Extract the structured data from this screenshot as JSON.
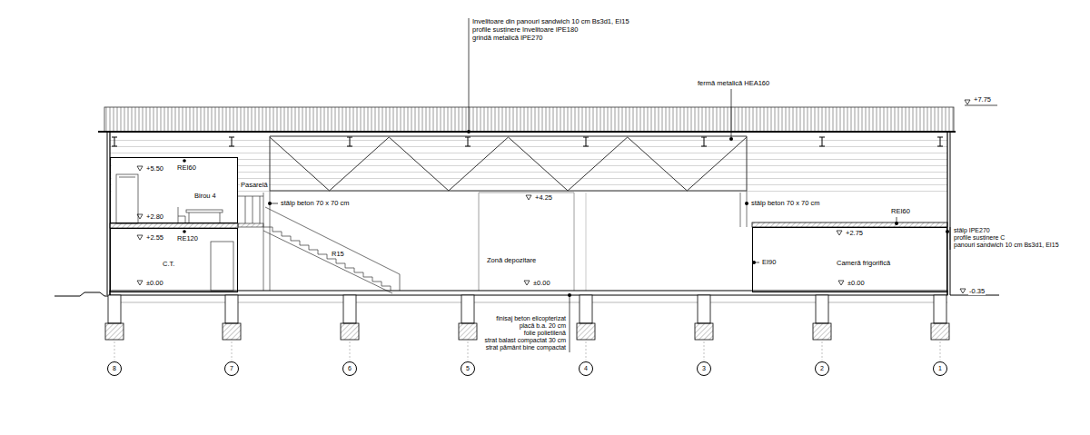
{
  "diagram": {
    "nodes": [
      {
        "text": [
          "Birou 4"
        ]
      },
      {
        "text": [
          "C.T."
        ]
      },
      {
        "text": [
          "Cameră frigorifică"
        ]
      },
      {
        "text": [
          "8"
        ]
      },
      {
        "text": [
          "7"
        ]
      },
      {
        "text": [
          "6"
        ]
      },
      {
        "text": [
          "5"
        ]
      },
      {
        "text": [
          "4"
        ]
      },
      {
        "text": [
          "3"
        ]
      },
      {
        "text": [
          "2"
        ]
      },
      {
        "text": [
          "1"
        ]
      }
    ],
    "labels": [
      "Invelitoare din panouri sandwich 10 cm Bs3d1, EI15",
      "profile susținere învelitoare IPE180",
      "grindă metalică IPE270",
      "fermă metalică HEA160",
      "+7.75",
      "+5.50",
      "REI60",
      "+2.80",
      "Pasarelă",
      "stâlp beton 70 x 70 cm",
      "+4.25",
      "stâlp beton 70 x 70 cm",
      "REI60",
      "stâlp IPE270",
      "profile susținere C",
      "panouri sandwich 10 cm Bs3d1, EI15",
      "+2.55",
      "RE120",
      "+2.75",
      "R15",
      "Zonă depozitare",
      "EI90",
      "±0.00",
      "±0.00",
      "±0.00",
      "-0.35",
      "finisaj beton elicopterizat",
      "placă b.a. 20 cm",
      "folie polietilenă",
      "strat balast compactat 30 cm",
      "strat pământ bine compactat"
    ]
  }
}
